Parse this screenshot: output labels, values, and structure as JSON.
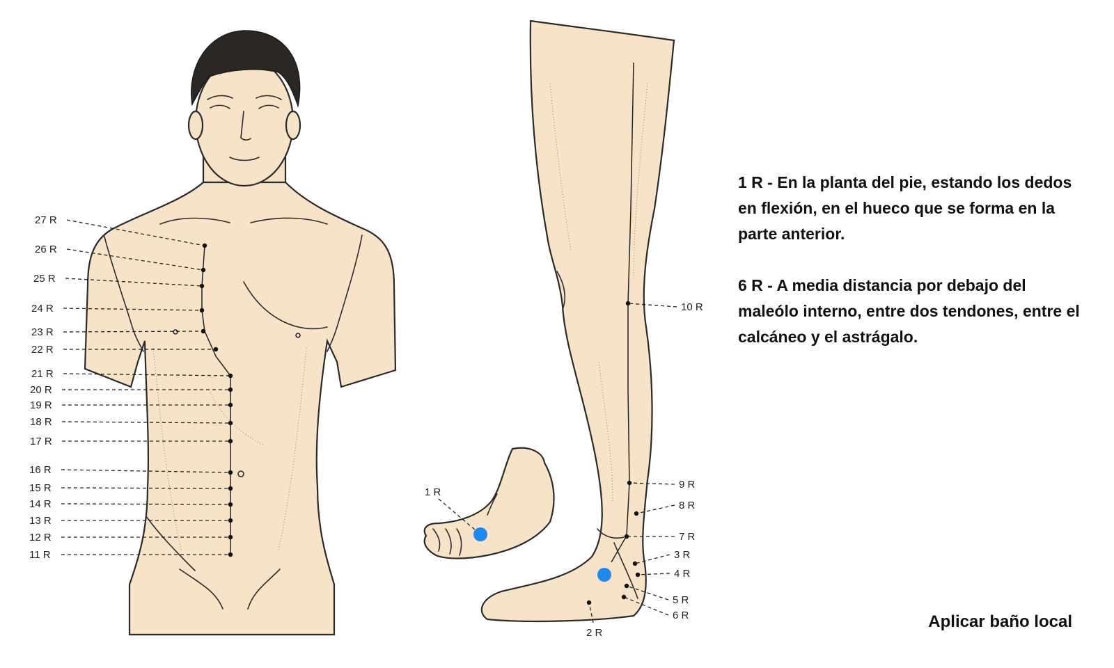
{
  "descriptions": [
    {
      "text": "1 R - En la planta del pie, estando los dedos en flexión, en el hueco que se forma en la parte anterior."
    },
    {
      "text": "6 R - A media distancia por debajo del maleólo interno, entre dos tendones, entre el calcáneo y el astrágalo."
    }
  ],
  "footer": {
    "text": "Aplicar baño local"
  },
  "torso_points": [
    "27 R",
    "26 R",
    "25 R",
    "24 R",
    "23 R",
    "22 R",
    "21 R",
    "20 R",
    "19 R",
    "18 R",
    "17 R",
    "16 R",
    "15 R",
    "14 R",
    "13 R",
    "12 R",
    "11 R"
  ],
  "leg_points": [
    "10 R",
    "9 R",
    "8 R",
    "7 R",
    "3 R",
    "4 R",
    "5 R",
    "6 R",
    "2 R"
  ],
  "foot_points": [
    "1 R"
  ],
  "highlighted_points": [
    "1 R",
    "6 R"
  ],
  "colors": {
    "highlight": "#1e88f0",
    "skin": "#f6e3c8",
    "outline": "#2a2a2a"
  }
}
